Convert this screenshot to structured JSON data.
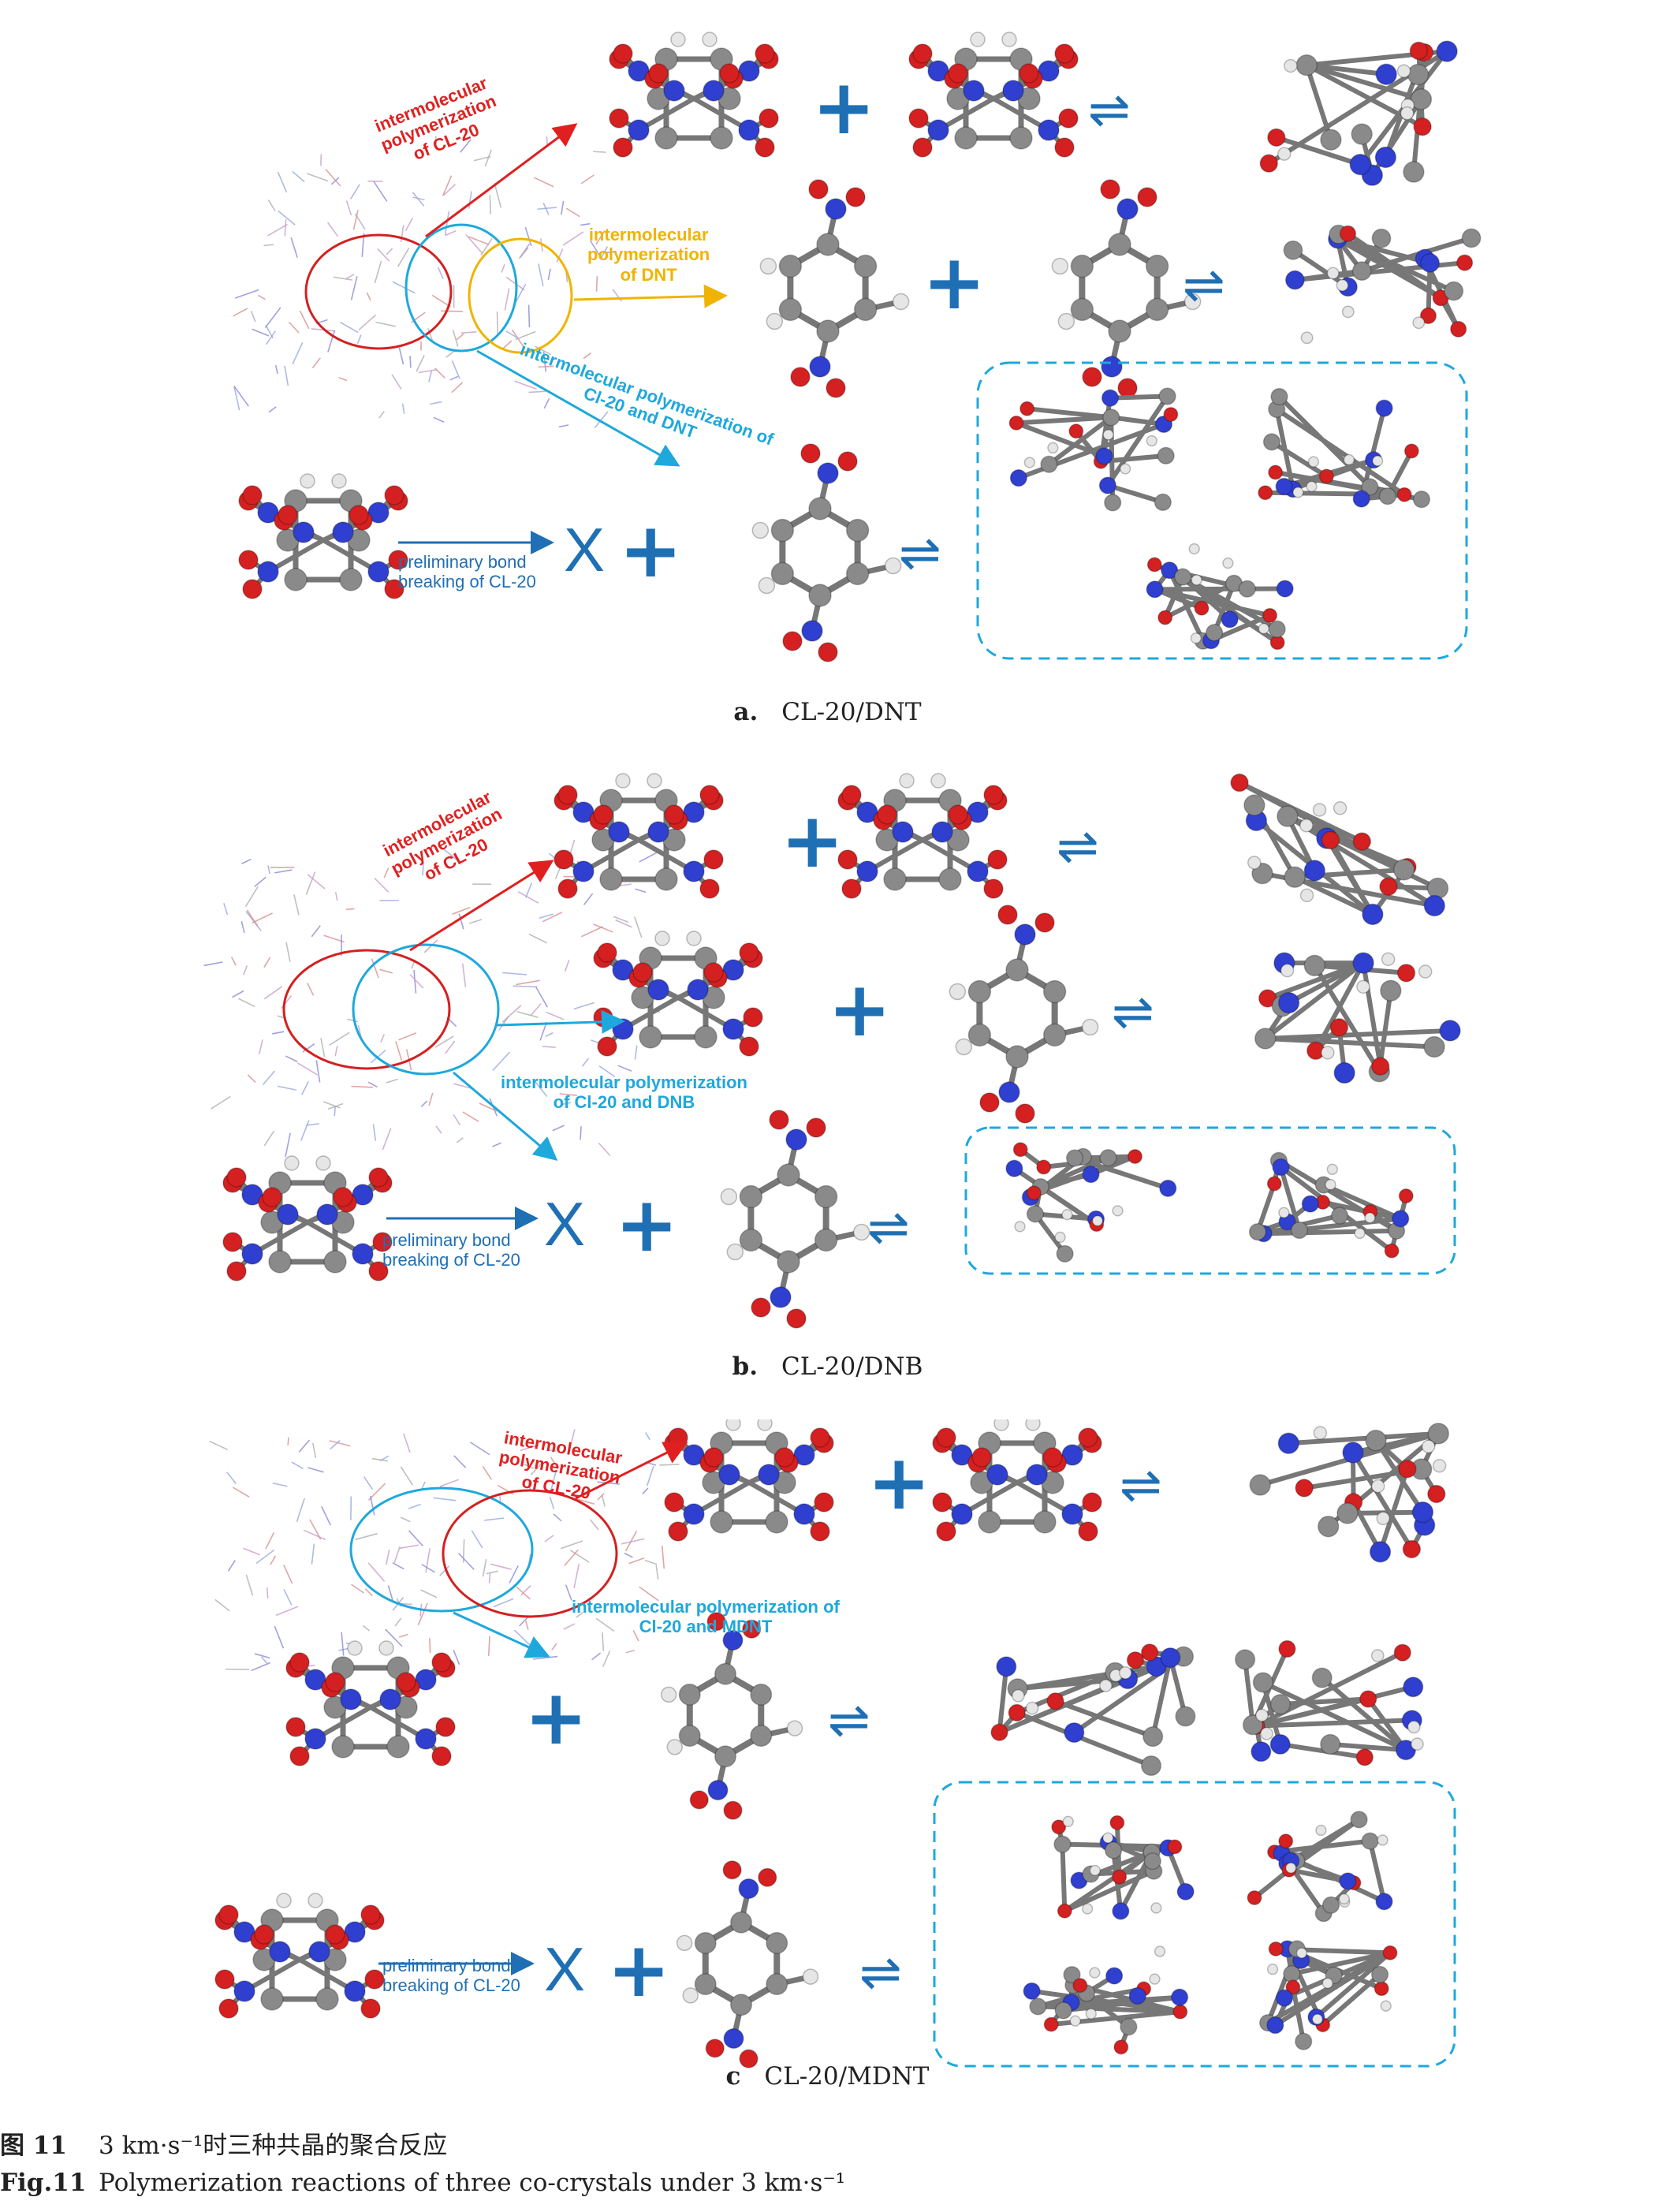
{
  "panels": [
    {
      "id": "a",
      "caption_letter": "a.",
      "caption_text": "CL-20/DNT",
      "labels": {
        "red": "intermolecular\npolymerization\nof CL-20",
        "yellow": "intermolecular\npolymerization\nof DNT",
        "cyan": "intermolecular polymerization of\nCl-20 and DNT",
        "blue": "preliminary bond\nbreaking of CL-20"
      }
    },
    {
      "id": "b",
      "caption_letter": "b.",
      "caption_text": "CL-20/DNB",
      "labels": {
        "red": "intermolecular\npolymerization\nof CL-20",
        "cyan": "intermolecular polymerization\nof Cl-20 and DNB",
        "blue": "preliminary bond\nbreaking of CL-20"
      }
    },
    {
      "id": "c",
      "caption_letter": "c",
      "caption_text": "CL-20/MDNT",
      "labels": {
        "red": "intermolecular\npolymerization\nof CL-20",
        "cyan": "intermolecular polymerization of\nCl-20 and MDNT",
        "blue": "preliminary bond\nbreaking of CL-20"
      }
    }
  ],
  "symbols": {
    "plus": "+",
    "equilibrium": "⇌",
    "x": "X"
  },
  "figure": {
    "label_cn": "图 11",
    "title_cn": "3 km·s⁻¹时三种共晶的聚合反应",
    "label_en": "Fig.11",
    "title_en": "Polymerization reactions of three co-crystals under 3 km·s⁻¹"
  },
  "colors": {
    "red_label": "#e02020",
    "yellow_label": "#f0b400",
    "cyan_label": "#1ea8dc",
    "blue_symbol": "#1f6fb4",
    "nitrogen": "#2f3fd0",
    "oxygen": "#d42020",
    "carbon": "#8a8a8a",
    "hydrogen": "#e6e6e6"
  }
}
